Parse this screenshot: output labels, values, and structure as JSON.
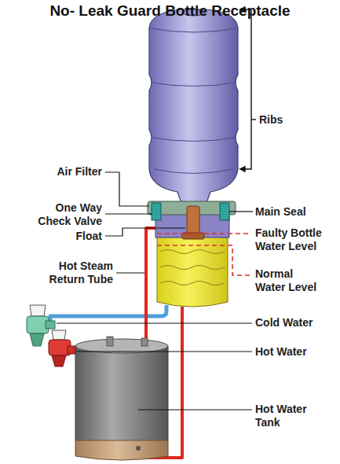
{
  "diagram": {
    "title": "No- Leak Guard Bottle Receptacle",
    "labels": [
      "Ribs",
      "Air Filter",
      "One Way Check Valve",
      "Main Seal",
      "Float",
      "Faulty Bottle Water Level",
      "Hot Steam Return Tube",
      "Normal Water Level",
      "Cold Water",
      "Hot Water",
      "Hot Water Tank"
    ]
  }
}
